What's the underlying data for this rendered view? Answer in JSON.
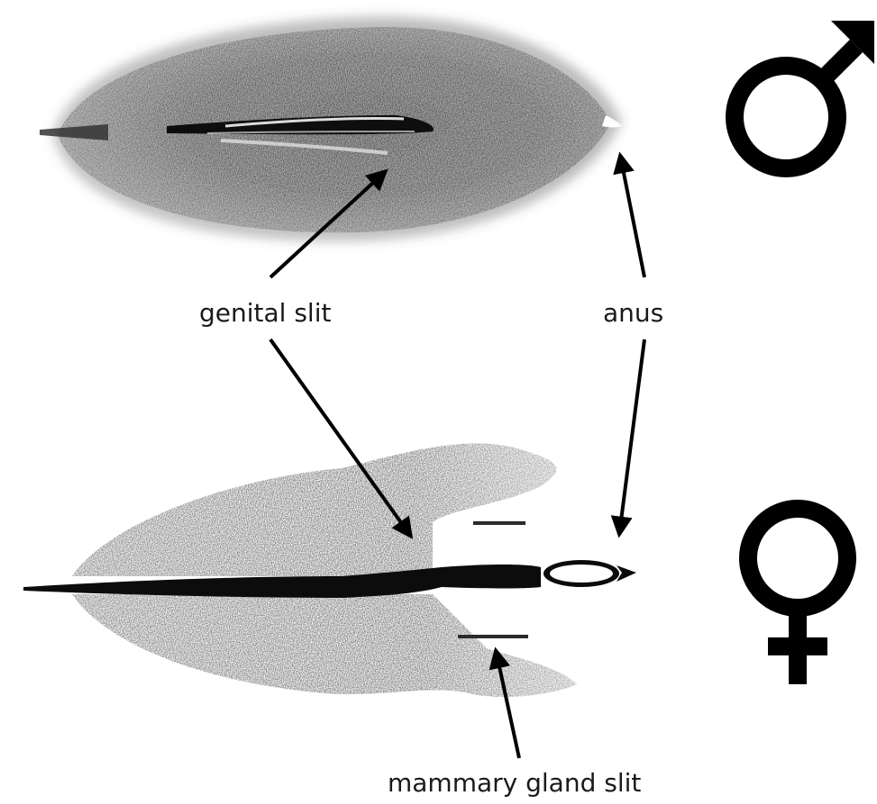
{
  "labels": {
    "genital_slit": "genital slit",
    "anus": "anus",
    "mammary_gland_slit": "mammary gland slit"
  },
  "symbols": {
    "male": "male-symbol",
    "female": "female-symbol"
  },
  "colors": {
    "ink": "#000000",
    "shade_dark": "#1c1c1c",
    "shade_mid": "#555555",
    "background": "#ffffff"
  }
}
